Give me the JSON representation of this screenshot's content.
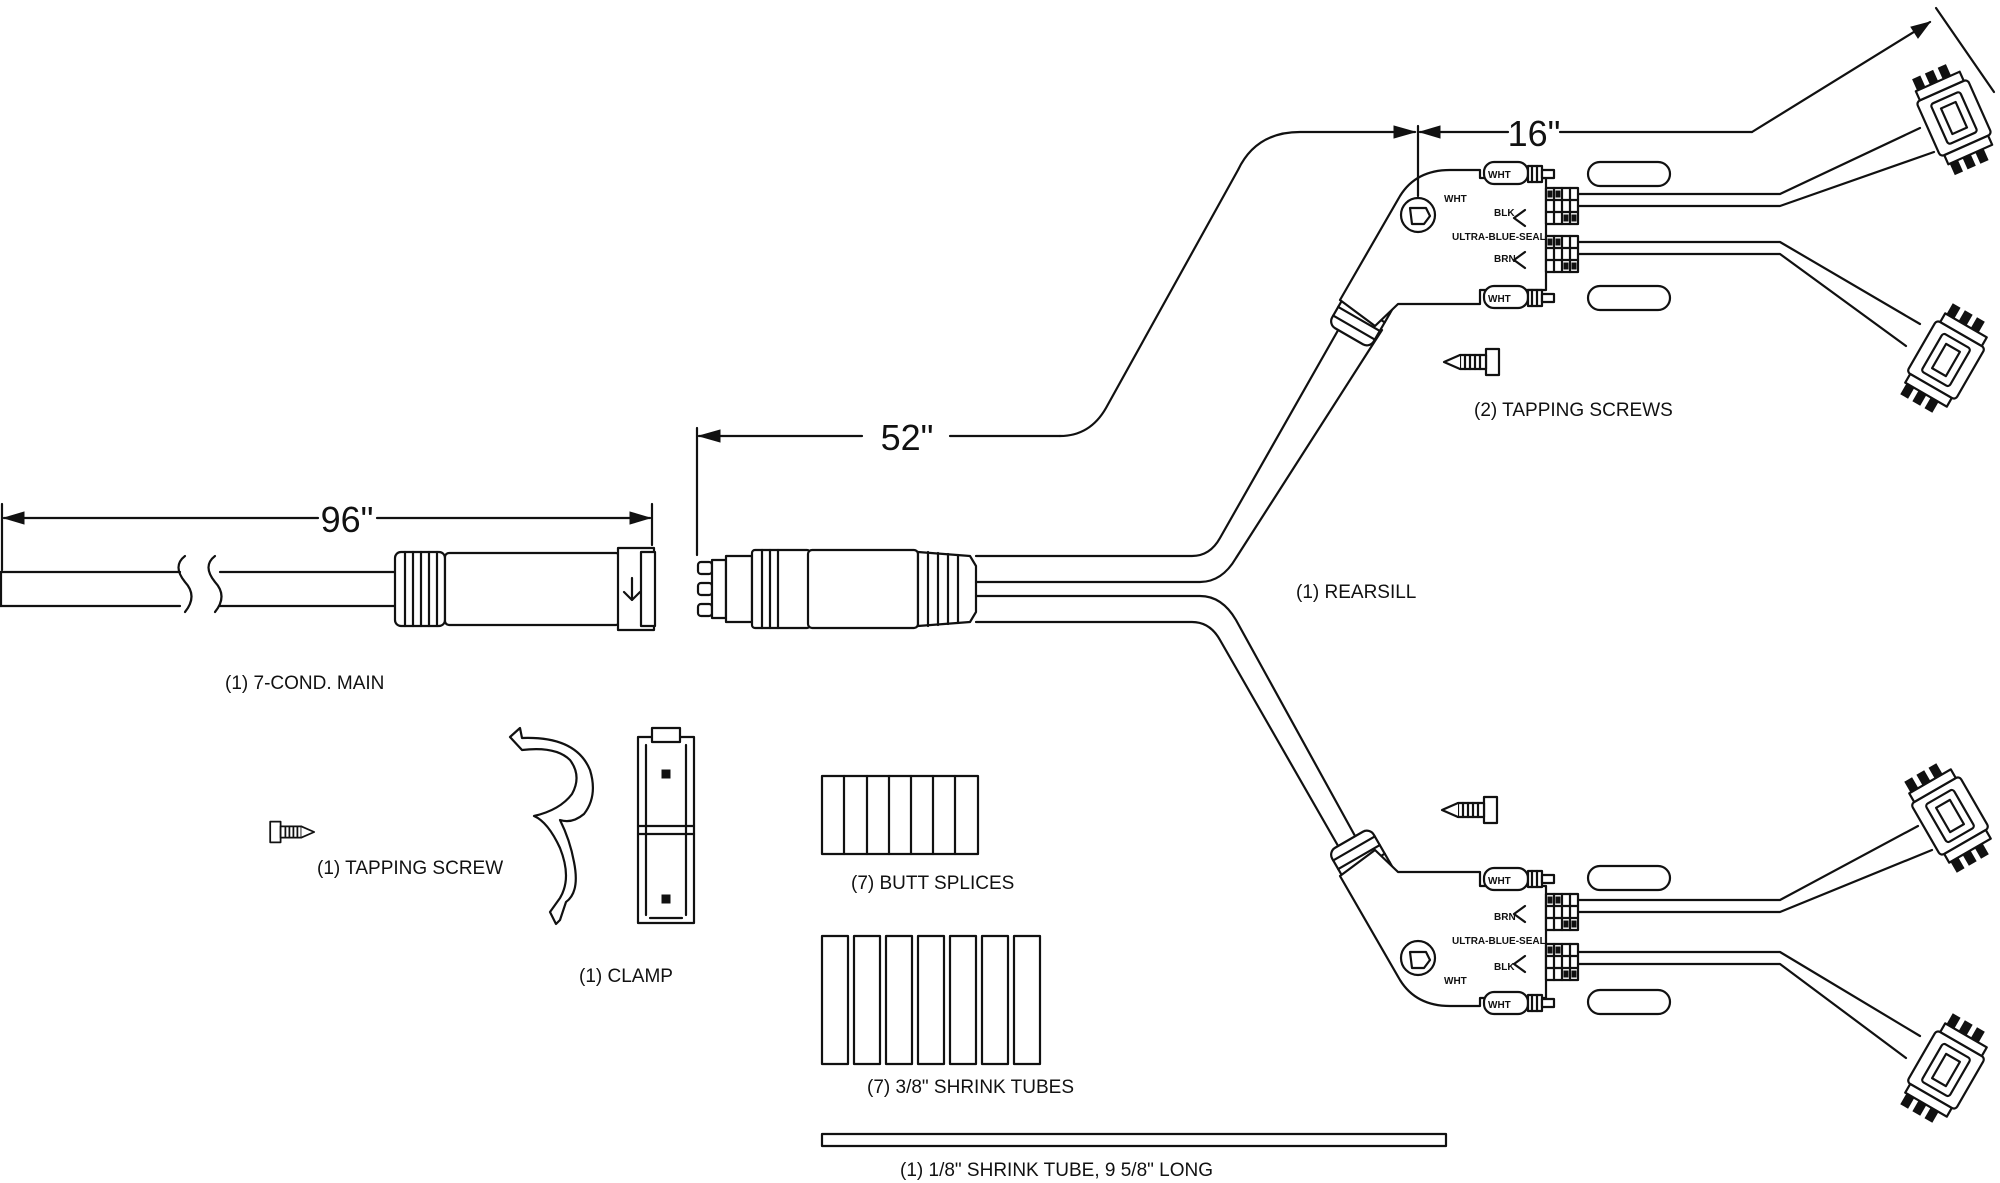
{
  "dimensions": {
    "main_length": "96\"",
    "rearsill_length": "52\"",
    "branch_length": "16\""
  },
  "parts": {
    "main": "(1) 7-COND. MAIN",
    "rearsill": "(1) REARSILL",
    "tapping_screws": "(2) TAPPING SCREWS",
    "tapping_screw": "(1) TAPPING SCREW",
    "clamp": "(1) CLAMP",
    "butt_splices": "(7) BUTT SPLICES",
    "shrink_tubes": "(7) 3/8\" SHRINK TUBES",
    "long_shrink_tube": "(1) 1/8\" SHRINK TUBE, 9 5/8\" LONG"
  },
  "upper_connector": {
    "wht_top": "WHT",
    "wht_left": "WHT",
    "blk": "BLK",
    "seal": "ULTRA-BLUE-SEAL",
    "brn": "BRN",
    "wht_bottom": "WHT"
  },
  "lower_connector": {
    "wht_top": "WHT",
    "brn": "BRN",
    "seal": "ULTRA-BLUE-SEAL",
    "blk": "BLK",
    "wht_left": "WHT",
    "wht_bottom": "WHT"
  }
}
